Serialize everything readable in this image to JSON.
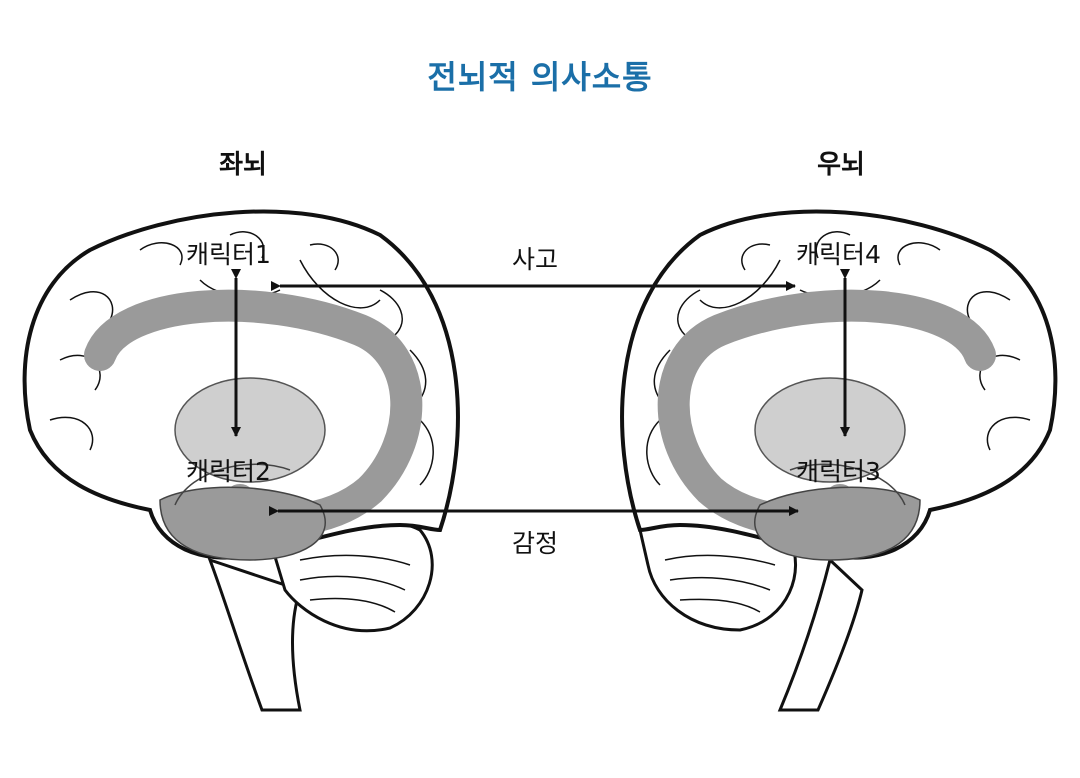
{
  "title": "전뇌적 의사소통",
  "hemispheres": {
    "left": "좌뇌",
    "right": "우뇌"
  },
  "characters": {
    "c1": "캐릭터1",
    "c2": "캐릭터2",
    "c3": "캐릭터3",
    "c4": "캐릭터4"
  },
  "links": {
    "thinking": "사고",
    "emotion": "감정"
  },
  "colors": {
    "title": "#1b6fa8",
    "limbic_dark": "#9a9a9a",
    "limbic_light": "#cfcfcf",
    "outline": "#111111"
  }
}
